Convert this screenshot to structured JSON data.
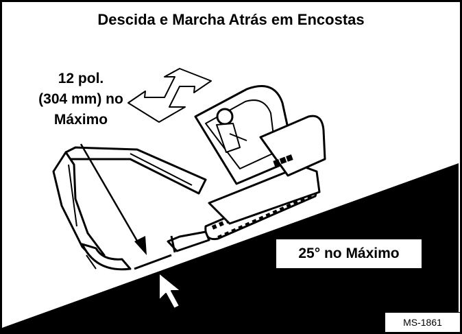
{
  "title": "Descida e Marcha Atrás em Encostas",
  "clearance": {
    "line1": "12 pol.",
    "line2": "(304 mm) no",
    "line3": "Máximo"
  },
  "slope_label": "25° no Máximo",
  "figure_ref": "MS-1861",
  "colors": {
    "ink": "#000000",
    "paper": "#ffffff"
  },
  "icons": [
    "excavator-illustration",
    "swing-arrow-icon",
    "pointer-arrow-icon"
  ]
}
